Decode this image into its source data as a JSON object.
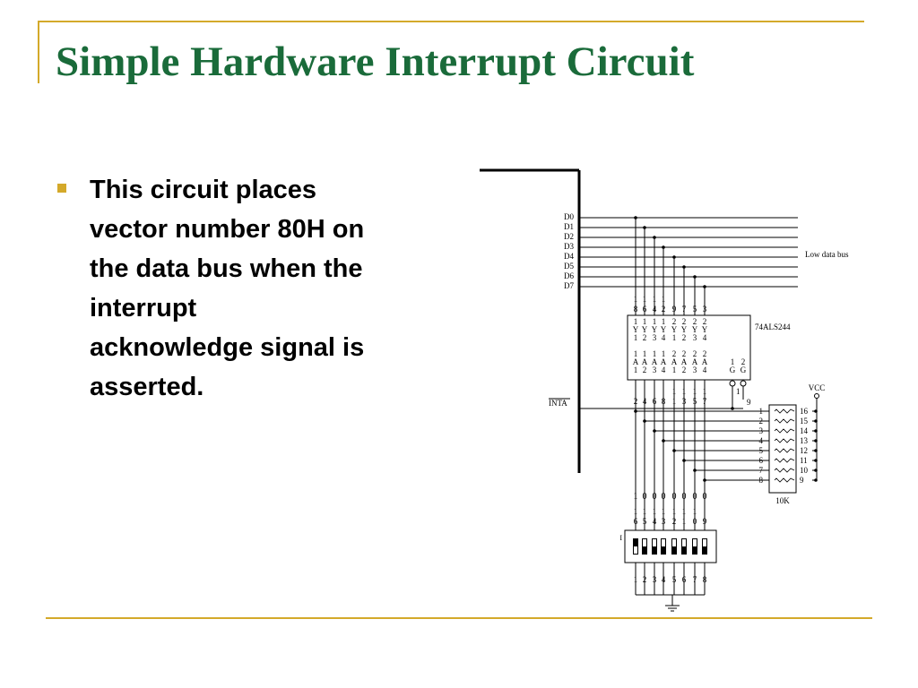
{
  "slide": {
    "title": "Simple Hardware Interrupt Circuit",
    "bullet_lines": [
      "This circuit places",
      "vector number 80H on",
      "the data bus when the",
      "interrupt",
      "acknowledge signal is",
      "asserted."
    ],
    "colors": {
      "title": "#1a6b3a",
      "accent": "#d4a92a",
      "text": "#000000"
    }
  },
  "schematic": {
    "data_lines": [
      "D0",
      "D1",
      "D2",
      "D3",
      "D4",
      "D5",
      "D6",
      "D7"
    ],
    "bus_label": "Low data bus",
    "chip_label": "74ALS244",
    "inta_label": "INTA",
    "vcc_label": "VCC",
    "resistor_label": "10K",
    "chip_top_pins": [
      [
        "1",
        "8"
      ],
      [
        "1",
        "6"
      ],
      [
        "1",
        "4"
      ],
      [
        "1",
        "2"
      ],
      [
        "9"
      ],
      [
        "7"
      ],
      [
        "5"
      ],
      [
        "3"
      ]
    ],
    "y_labels": [
      [
        "1",
        "Y",
        "1"
      ],
      [
        "1",
        "Y",
        "2"
      ],
      [
        "1",
        "Y",
        "3"
      ],
      [
        "1",
        "Y",
        "4"
      ],
      [
        "2",
        "Y",
        "1"
      ],
      [
        "2",
        "Y",
        "2"
      ],
      [
        "2",
        "Y",
        "3"
      ],
      [
        "2",
        "Y",
        "4"
      ]
    ],
    "a_labels": [
      [
        "1",
        "A",
        "1"
      ],
      [
        "1",
        "A",
        "2"
      ],
      [
        "1",
        "A",
        "3"
      ],
      [
        "1",
        "A",
        "4"
      ],
      [
        "2",
        "A",
        "1"
      ],
      [
        "2",
        "A",
        "2"
      ],
      [
        "2",
        "A",
        "3"
      ],
      [
        "2",
        "A",
        "4"
      ]
    ],
    "g_labels": [
      [
        "1",
        "G"
      ],
      [
        "2",
        "G"
      ]
    ],
    "chip_bottom_pins": [
      [
        "2"
      ],
      [
        "4"
      ],
      [
        "6"
      ],
      [
        "8"
      ],
      [
        "1",
        "1"
      ],
      [
        "1",
        "3"
      ],
      [
        "1",
        "5"
      ],
      [
        "1",
        "7"
      ]
    ],
    "g_pins": [
      "1",
      "9"
    ],
    "resistor_left_pins": [
      "1",
      "2",
      "3",
      "4",
      "5",
      "6",
      "7",
      "8"
    ],
    "resistor_right_pins": [
      "16",
      "15",
      "14",
      "13",
      "12",
      "11",
      "10",
      "9"
    ],
    "switch_top_row1": [
      "1",
      "0",
      "0",
      "0",
      "0",
      "0",
      "0",
      "0"
    ],
    "switch_top_row2": [
      [
        "1",
        "6"
      ],
      [
        "1",
        "5"
      ],
      [
        "1",
        "4"
      ],
      [
        "1",
        "3"
      ],
      [
        "1",
        "2"
      ],
      [
        "1",
        "1"
      ],
      [
        "1",
        "0"
      ],
      [
        "9"
      ]
    ],
    "switch_side_label": "I",
    "switch_bottom_pins": [
      "1",
      "2",
      "3",
      "4",
      "5",
      "6",
      "7",
      "8"
    ]
  }
}
